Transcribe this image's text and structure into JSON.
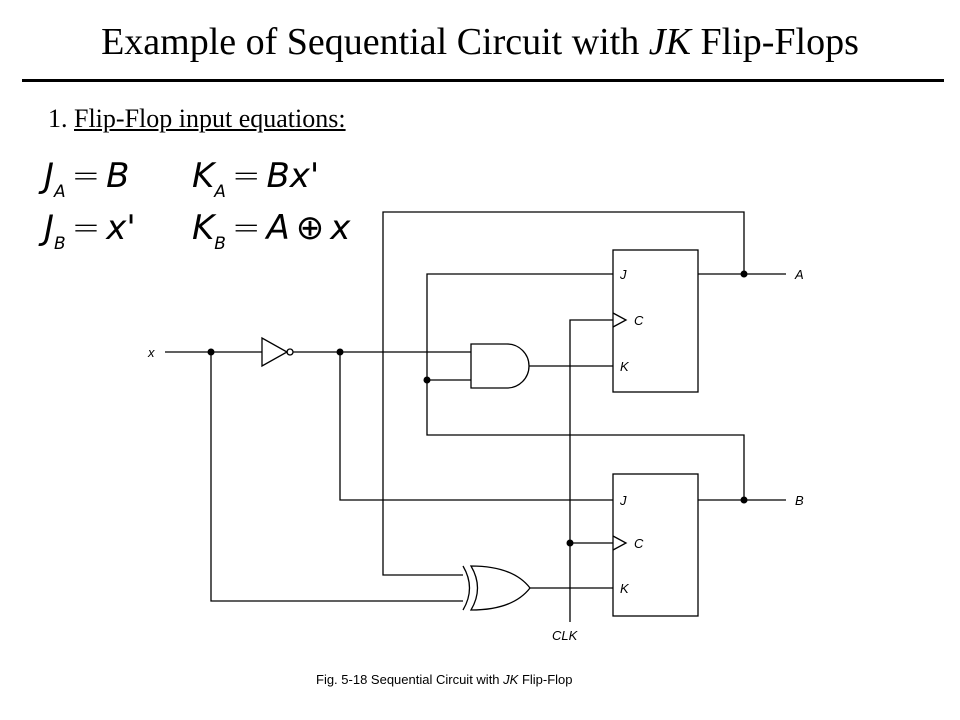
{
  "slide": {
    "title_main": "Example of Sequential Circuit with ",
    "title_italic": "JK",
    "title_tail": " Flip-Flops",
    "item_number": "1.",
    "item_text": "Flip-Flop input equations:"
  },
  "equations": [
    {
      "lhs": "J",
      "sub": "A",
      "rhs": "B"
    },
    {
      "lhs": "K",
      "sub": "A",
      "rhs": "Bx'"
    },
    {
      "lhs": "J",
      "sub": "B",
      "rhs": "x'"
    },
    {
      "lhs": "K",
      "sub": "B",
      "rhs_pre": "A",
      "xor": "⊕",
      "rhs_post": "x"
    }
  ],
  "diagram": {
    "input_label": "x",
    "clock_label": "CLK",
    "output_a_label": "A",
    "output_b_label": "B",
    "ff_a": {
      "j": "J",
      "c": "C",
      "k": "K"
    },
    "ff_b": {
      "j": "J",
      "c": "C",
      "k": "K"
    },
    "caption_prefix": "Fig. 5-18  Sequential Circuit with ",
    "caption_italic": "JK",
    "caption_suffix": " Flip-Flop"
  }
}
